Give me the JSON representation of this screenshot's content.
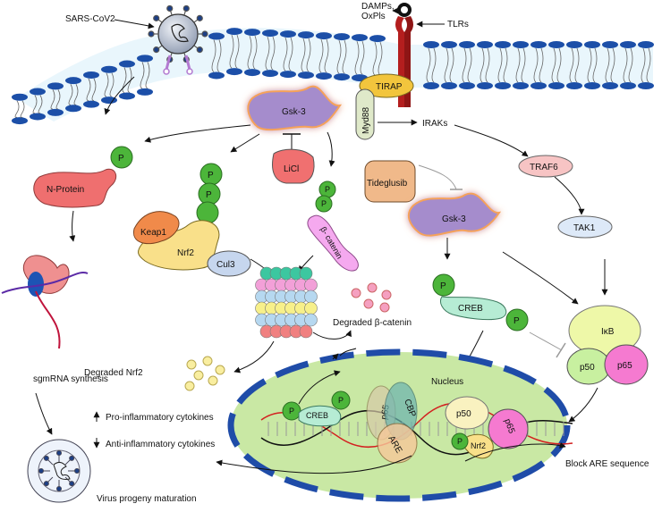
{
  "labels": {
    "sars_cov2": "SARS-CoV2",
    "damps": "DAMPs,",
    "oxpls": "OxPls",
    "tlrs": "TLRs",
    "tirap": "TIRAP",
    "myd88": "Myd88",
    "irak": "IRAKs",
    "traf6": "TRAF6",
    "tak1": "TAK1",
    "tideglusib": "Tideglusib",
    "gsk3": "Gsk-3",
    "licl": "LiCl",
    "p": "P",
    "n_protein": "N-Protein",
    "keap1": "Keap1",
    "nrf2": "Nrf2",
    "cul3": "Cul3",
    "beta_catenin": "β- catenin",
    "degraded_beta_catenin": "Degraded β-catenin",
    "degraded_nrf2": "Degraded Nrf2",
    "creb": "CREB",
    "ikb": "IκB",
    "p50": "p50",
    "p65": "p65",
    "cbp": "CBP",
    "are": "ARE",
    "nucleus": "Nucleus",
    "sgmrna": "sgmRNA synthesis",
    "pro_inflammatory": "Pro-inflammatory cytokines",
    "anti_inflammatory": "Anti-inflammatory cytokines",
    "virus_progeny": "Virus progeny maturation",
    "block_are": "Block ARE sequence"
  },
  "colors": {
    "membrane_head": "#1c4fa8",
    "membrane_glow": "#9ad4f0",
    "tlr": "#b41e1e",
    "gsk3": "#a58ccc",
    "nucleus_fill": "#c9e8a4",
    "nucleus_border": "#1f4ca8",
    "phospho": "#4cb53a",
    "n_protein": "#ef6f6f",
    "creb": "#b6ecd4",
    "keap1": "#f08a4a",
    "nrf2": "#f9e08a",
    "cul3": "#c6d6ee",
    "beta_catenin": "#f5a9ef",
    "traf6": "#f7c4c4",
    "tak1": "#dde9f8",
    "ikb": "#eef8a8",
    "p50": "#c8f0a0",
    "p65_pink": "#f57ad0"
  }
}
